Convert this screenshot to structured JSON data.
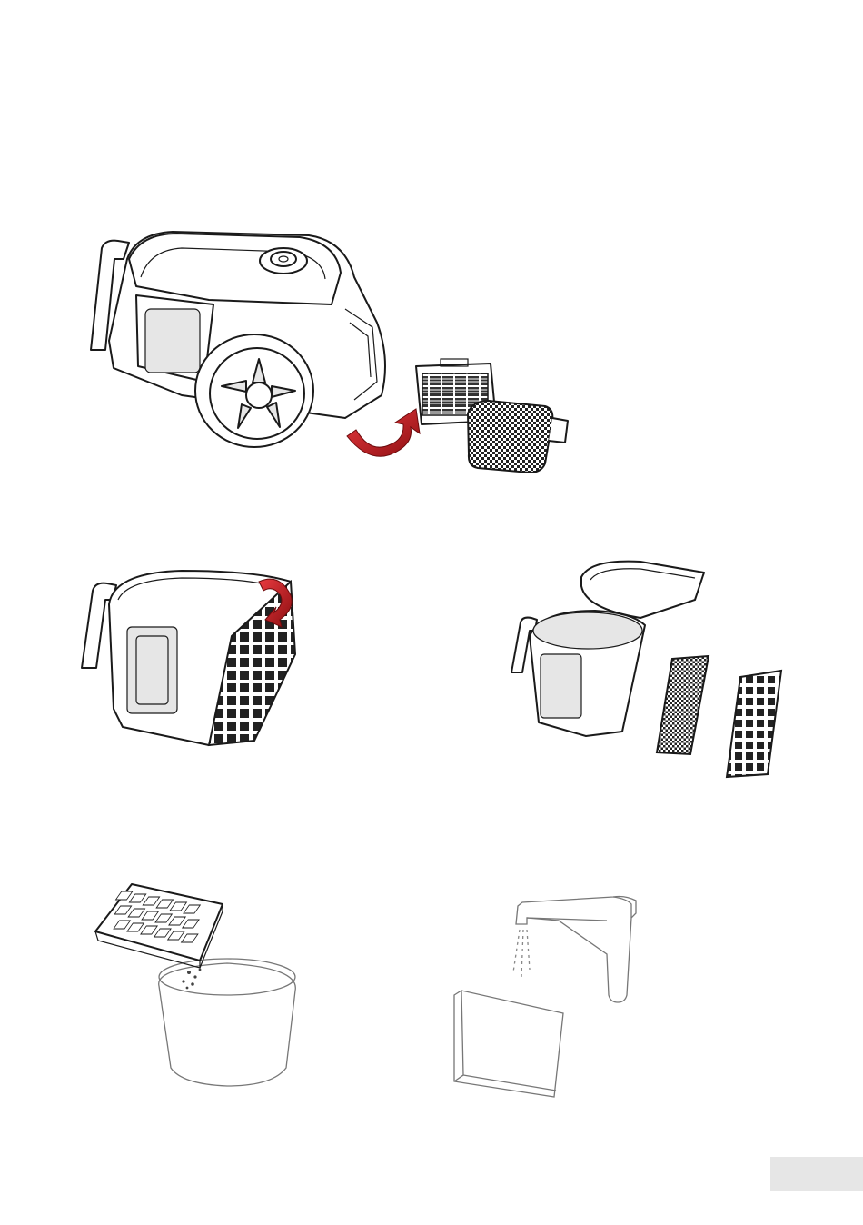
{
  "figures": [
    {
      "id": "vacuum-filter-removal",
      "icon": "vacuum-cleaner-with-filters"
    },
    {
      "id": "dust-container-open",
      "icon": "dust-container-latch"
    },
    {
      "id": "dust-container-disassembled",
      "icon": "container-exploded-view"
    },
    {
      "id": "empty-filter-into-bin",
      "icon": "filter-over-bin"
    },
    {
      "id": "rinse-filter-under-tap",
      "icon": "filter-under-tap"
    }
  ],
  "colors": {
    "arrow": "#c4161c",
    "line": "#1a1a1a",
    "page_tab": "#e6e6e6"
  }
}
